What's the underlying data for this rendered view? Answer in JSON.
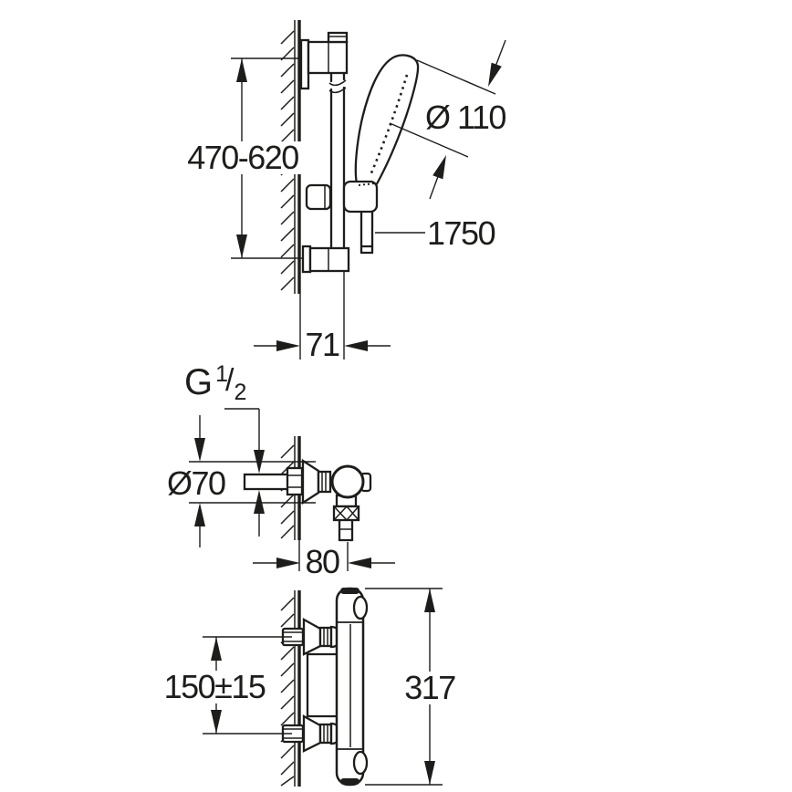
{
  "drawing": {
    "title": "shower-set-installation-dimensions",
    "line_color": "#1d1d1b",
    "background_color": "#ffffff",
    "top_view": {
      "rail_height_range": "470-620",
      "head_diameter": "Ø 110",
      "hose_length": "1750",
      "wall_offset": "71"
    },
    "middle_view": {
      "thread_prefix": "G",
      "thread_numerator": "1",
      "thread_slash": "/",
      "thread_denominator": "2",
      "escutcheon_diameter": "Ø70",
      "wall_offset": "80"
    },
    "bottom_view": {
      "inlet_center_distance": "150±15",
      "body_height": "317"
    }
  }
}
